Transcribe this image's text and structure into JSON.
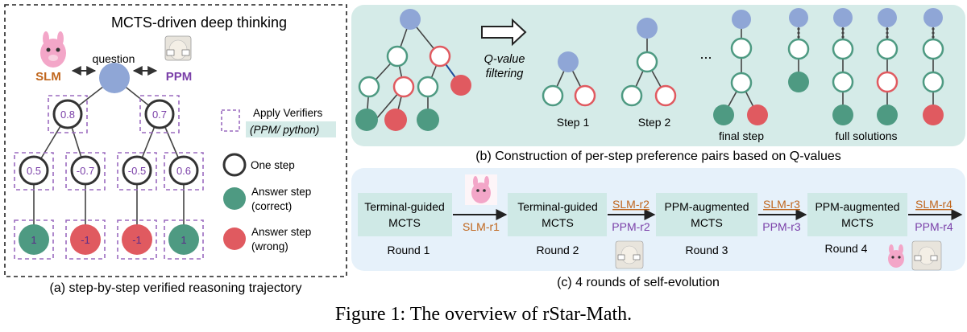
{
  "panel_a": {
    "title": "MCTS-driven deep thinking",
    "slm": "SLM",
    "ppm": "PPM",
    "question": "question",
    "q_values_level1": [
      "0.8",
      "0.7"
    ],
    "q_values_level2": [
      "0.5",
      "-0.7",
      "-0.5",
      "0.6"
    ],
    "answer_values": [
      "1",
      "-1",
      "-1",
      "1"
    ],
    "legend": {
      "verifiers_line1": "Apply Verifiers",
      "verifiers_line2": "(PPM/ python)",
      "one_step": "One step",
      "answer_correct_1": "Answer step",
      "answer_correct_2": "(correct)",
      "answer_wrong_1": "Answer step",
      "answer_wrong_2": "(wrong)"
    },
    "caption": "(a) step-by-step verified reasoning trajectory"
  },
  "panel_b": {
    "filter_line1": "Q-value",
    "filter_line2": "filtering",
    "ellipsis": "...",
    "step1": "Step 1",
    "step2": "Step 2",
    "final_step": "final step",
    "full_solutions": "full solutions",
    "caption": "(b) Construction of per-step preference pairs based on Q-values"
  },
  "panel_c": {
    "boxes": [
      {
        "line1": "Terminal-guided",
        "line2": "MCTS",
        "round": "Round 1"
      },
      {
        "line1": "Terminal-guided",
        "line2": "MCTS",
        "round": "Round 2"
      },
      {
        "line1": "PPM-augmented",
        "line2": "MCTS",
        "round": "Round 3"
      },
      {
        "line1": "PPM-augmented",
        "line2": "MCTS",
        "round": "Round 4"
      }
    ],
    "arrow_labels": [
      {
        "top": "",
        "bottom": "SLM-r1"
      },
      {
        "top": "SLM-r2",
        "bottom": "PPM-r2"
      },
      {
        "top": "SLM-r3",
        "bottom": "PPM-r3"
      },
      {
        "top": "SLM-r4",
        "bottom": "PPM-r4"
      }
    ],
    "caption": "(c) 4 rounds of self-evolution"
  },
  "figure_caption": "Figure 1: The overview of rStar-Math.",
  "colors": {
    "blue_node": "#8fa6d6",
    "green_node": "#4e9a82",
    "red_node": "#e05a60",
    "green_ring": "#4e9a82",
    "red_ring": "#e05a60",
    "purple": "#7a3fa8",
    "orange": "#c0661d",
    "panel_bg": "#d5ebe8",
    "panel_c_bg": "#e6f1fa",
    "box_fill": "#cfe9e6"
  }
}
